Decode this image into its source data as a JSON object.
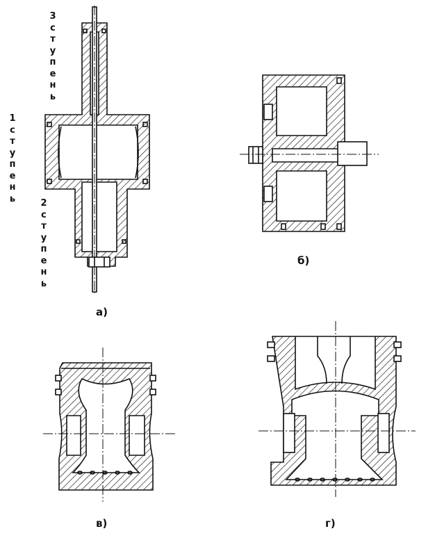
{
  "stage_labels": {
    "stage3": "3ступень",
    "stage1": "1ступень",
    "stage2": "2ступень"
  },
  "captions": {
    "a": "а)",
    "b": "б)",
    "v": "в)",
    "g": "г)"
  }
}
